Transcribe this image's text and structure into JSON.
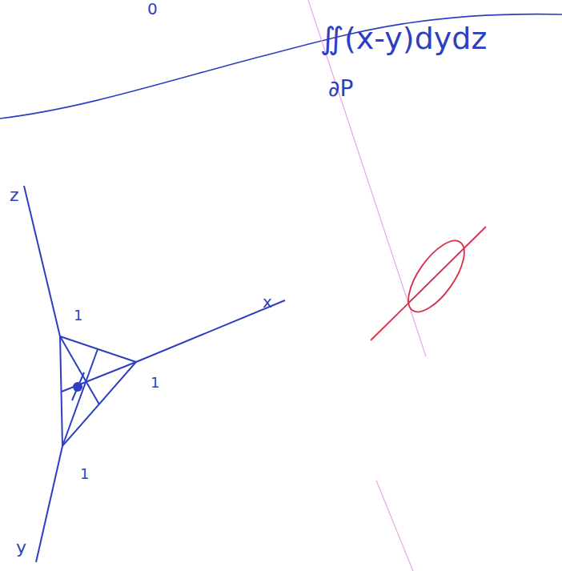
{
  "diagram": {
    "labels": [
      "0",
      "∬(x-y)dydz",
      "∂P",
      "z",
      "x",
      "1",
      "1",
      "1",
      "y"
    ]
  }
}
